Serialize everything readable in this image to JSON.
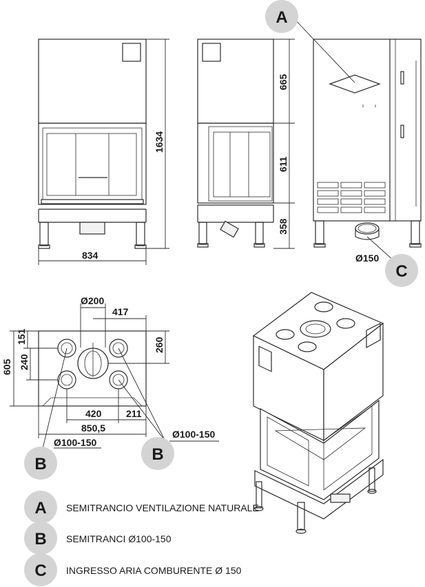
{
  "dimensions": {
    "height_total": "1634",
    "width_front": "834",
    "upper_section": "665",
    "middle_section": "611",
    "lower_section": "358",
    "outlet_c": "Ø150",
    "plan_central_diameter": "Ø200",
    "plan_417": "417",
    "plan_605": "605",
    "plan_151": "151",
    "plan_240": "240",
    "plan_260": "260",
    "plan_420": "420",
    "plan_211": "211",
    "plan_850": "850,5",
    "plan_outlet_left": "Ø100-150",
    "plan_outlet_right": "Ø100-150"
  },
  "badges": {
    "a": "A",
    "b_left": "B",
    "b_right": "B",
    "c": "C"
  },
  "legend": [
    {
      "letter": "A",
      "text": "SEMITRANCIO VENTILAZIONE NATURALE"
    },
    {
      "letter": "B",
      "text": "SEMITRANCI Ø100-150"
    },
    {
      "letter": "C",
      "text": "INGRESSO ARIA COMBURENTE Ø 150"
    }
  ]
}
